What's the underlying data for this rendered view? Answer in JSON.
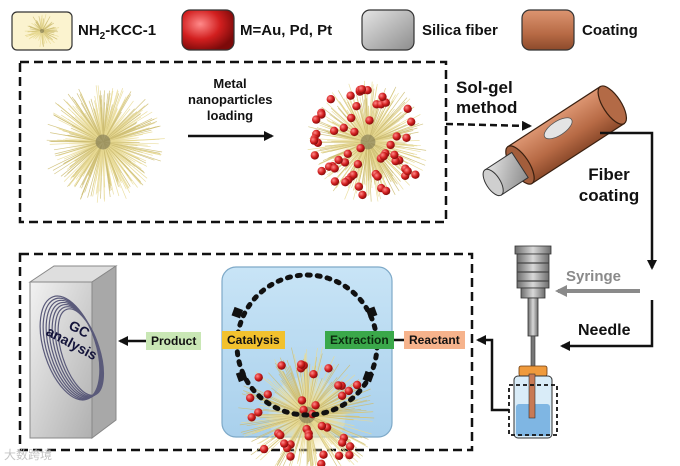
{
  "legend": {
    "item1_main": "NH",
    "item1_sub": "2",
    "item1_rest": "-KCC-1",
    "item2": "M=Au, Pd, Pt",
    "item3": "Silica fiber",
    "item4": "Coating"
  },
  "top_process": {
    "loading_line1": "Metal",
    "loading_line2": "nanoparticles",
    "loading_line3": "loading",
    "solgel_line1": "Sol-gel",
    "solgel_line2": "method",
    "fiber_line1": "Fiber",
    "fiber_line2": "coating"
  },
  "right_side": {
    "syringe": "Syringe",
    "needle": "Needle"
  },
  "bottom_process": {
    "reactant": "Reactant",
    "extraction": "Extraction",
    "catalysis": "Catalysis",
    "product": "Product",
    "gc_line1": "GC",
    "gc_line2": "analysis"
  },
  "watermark": "大数跨境",
  "colors": {
    "kcc_fill": "#f3e7a6",
    "metal_red": "#d21f1f",
    "silica_gray": "#b5b5b5",
    "coating_brown": "#c87a55",
    "reactant_bg": "#f6b38c",
    "extraction_bg": "#3aa84a",
    "catalysis_bg": "#f2c12e",
    "product_bg": "#c9e7b5",
    "panel_blue": "#b9dbf2"
  }
}
